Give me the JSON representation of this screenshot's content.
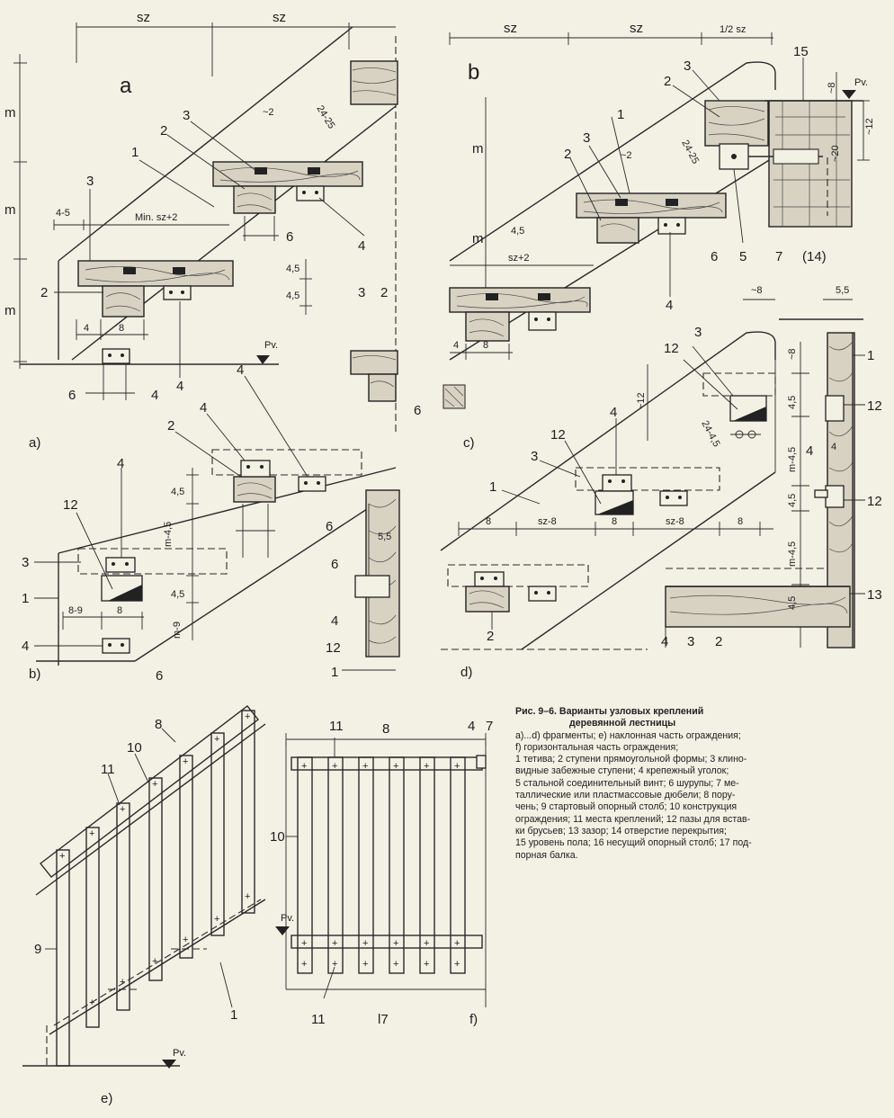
{
  "panels": {
    "a": {
      "label": "a)",
      "letter": "a"
    },
    "b": {
      "label": "b)"
    },
    "c": {
      "label": "c)",
      "letter": "b"
    },
    "d": {
      "label": "d)"
    },
    "e": {
      "label": "e)"
    },
    "f": {
      "label": "f)"
    }
  },
  "callouts": {
    "n1": "1",
    "n2": "2",
    "n3": "3",
    "n4": "4",
    "n5": "5",
    "n6": "6",
    "n7": "7",
    "n8": "8",
    "n9": "9",
    "n10": "10",
    "n11": "11",
    "n12": "12",
    "n13": "13",
    "n14": "(14)",
    "n15": "15",
    "n17": "l7"
  },
  "dimensions": {
    "sz": "sz",
    "half_sz": "1/2 sz",
    "m": "m",
    "slope": "24-25",
    "slope_b": "24-4,5",
    "four_five": "4-5",
    "min_sz2": "Min. sz+2",
    "sz2": "sz+2",
    "four": "4",
    "eight": "8",
    "two": "~2",
    "four_half": "4,5",
    "twelve": "~12",
    "twenty": "~20",
    "eight_approx": "~8",
    "eight_nine": "8-9",
    "m_9": "m-9",
    "m_45": "m-4,5",
    "five_sq": "5,5",
    "sz_8": "sz-8",
    "pv": "Pv."
  },
  "caption": {
    "title_line1": "Рис. 9–6. Варианты узловых креплений",
    "title_line2": "деревянной лестницы",
    "lines": [
      "a)...d) фрагменты; e) наклонная часть ограждения;",
      "f) горизонтальная часть ограждения;",
      "1 тетива; 2 ступени прямоугольной формы; 3 клино-",
      "видные забежные ступени; 4 крепежный уголок;",
      "5 стальной соединительный винт; 6 шурупы; 7 ме-",
      "таллические или пластмассовые дюбели; 8 пору-",
      "чень; 9 стартовый опорный столб; 10 конструкция",
      "ограждения; 11 места креплений; 12 пазы для встав-",
      "ки брусьев; 13 зазор; 14 отверстие перекрытия;",
      "15 уровень пола; 16 несущий опорный столб; 17 под-",
      "порная балка."
    ]
  },
  "colors": {
    "paper": "#f3f0e4",
    "ink": "#222222",
    "wood": "#d8d2c2"
  }
}
